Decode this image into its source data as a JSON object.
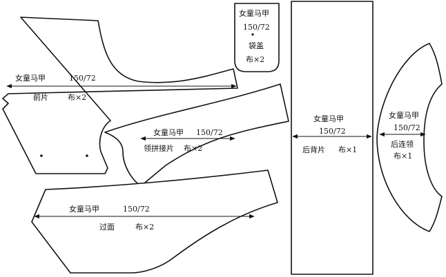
{
  "pieces": {
    "front": {
      "name": "女童马甲",
      "size": "150/72",
      "part": "前片",
      "qty": "布×2"
    },
    "pocket_flap": {
      "name": "女童马甲",
      "size": "150/72",
      "part": "袋盖",
      "qty": "布×2"
    },
    "back": {
      "name": "女童马甲",
      "size": "150/72",
      "part": "后背片",
      "qty": "布×1"
    },
    "back_collar": {
      "name": "女童马甲",
      "size": "150/72",
      "part": "后连领",
      "qty": "布×1"
    },
    "collar_joint": {
      "name": "女童马甲",
      "size": "150/72",
      "part": "领拼接片",
      "qty": "布×2"
    },
    "facing": {
      "name": "女童马甲",
      "size": "150/72",
      "part": "过面",
      "qty": "布×2"
    }
  }
}
